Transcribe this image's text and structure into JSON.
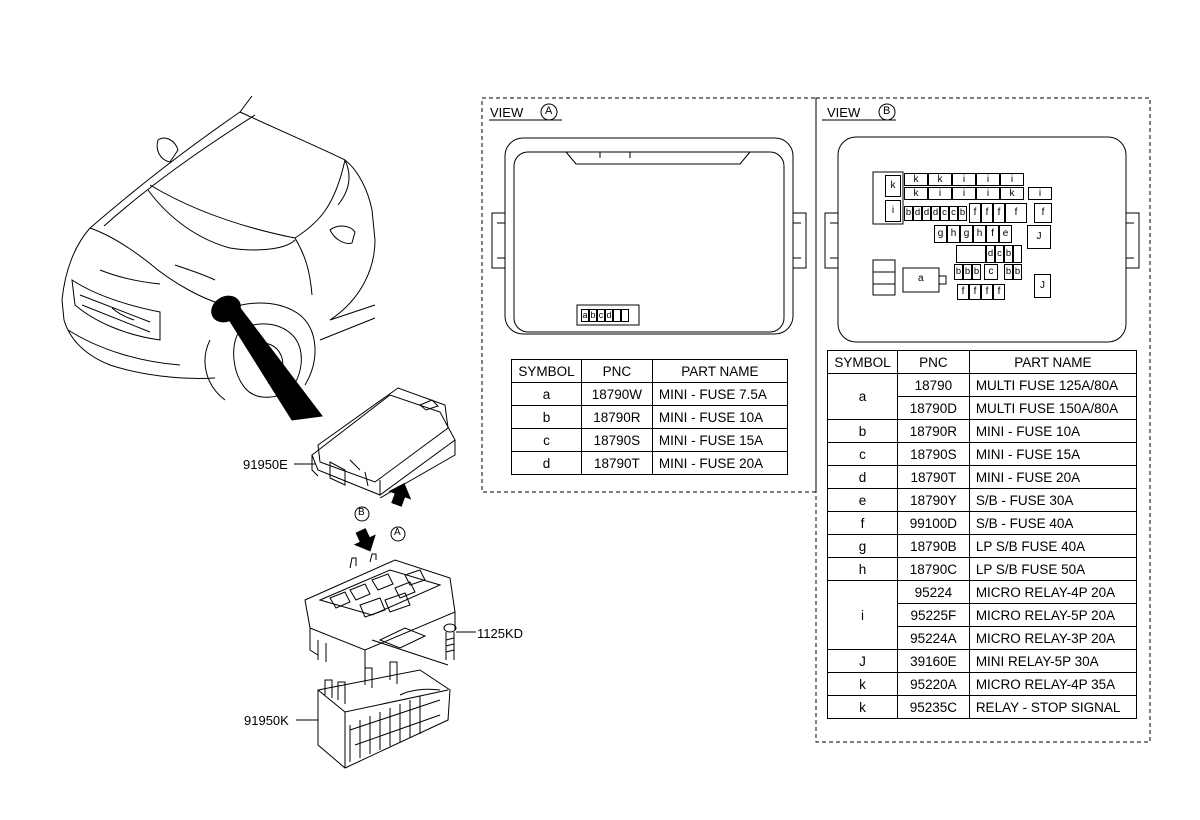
{
  "labels": {
    "cover_part": "91950E",
    "lower_case_part": "91950K",
    "bolt_part": "1125KD",
    "arrow_a": "A",
    "arrow_b": "B"
  },
  "view_a": {
    "title": "VIEW",
    "letter": "A",
    "fuse_slots": [
      "a",
      "b",
      "c",
      "d"
    ],
    "table": {
      "headers": [
        "SYMBOL",
        "PNC",
        "PART NAME"
      ],
      "rows": [
        {
          "symbol": "a",
          "pnc": "18790W",
          "name": "MINI - FUSE 7.5A"
        },
        {
          "symbol": "b",
          "pnc": "18790R",
          "name": "MINI - FUSE 10A"
        },
        {
          "symbol": "c",
          "pnc": "18790S",
          "name": "MINI - FUSE 15A"
        },
        {
          "symbol": "d",
          "pnc": "18790T",
          "name": "MINI - FUSE 20A"
        }
      ]
    }
  },
  "view_b": {
    "title": "VIEW",
    "letter": "B",
    "layout_symbols": {
      "relay_k": "k",
      "relay_i": "i",
      "row1": [
        "k",
        "k",
        "i",
        "i",
        "i"
      ],
      "row2": [
        "k",
        "i",
        "i",
        "i",
        "k",
        "i"
      ],
      "row3": [
        "b",
        "d",
        "d",
        "d",
        "c",
        "c",
        "b",
        "f",
        "f",
        "f",
        "f"
      ],
      "row3_end": "f",
      "row4": [
        "g",
        "h",
        "g",
        "h",
        "f",
        "e"
      ],
      "relay_j_upper": "J",
      "row5": [
        "d",
        "c",
        "b"
      ],
      "row6": [
        "b",
        "b",
        "b",
        "c",
        "b",
        "b"
      ],
      "multi_fuse": "a",
      "row7": [
        "f",
        "f",
        "f",
        "f"
      ],
      "relay_j_lower": "J"
    },
    "table": {
      "headers": [
        "SYMBOL",
        "PNC",
        "PART NAME"
      ],
      "groups": [
        {
          "symbol": "a",
          "rows": [
            {
              "pnc": "18790",
              "name": "MULTI FUSE 125A/80A"
            },
            {
              "pnc": "18790D",
              "name": "MULTI FUSE 150A/80A"
            }
          ]
        },
        {
          "symbol": "b",
          "rows": [
            {
              "pnc": "18790R",
              "name": "MINI - FUSE 10A"
            }
          ]
        },
        {
          "symbol": "c",
          "rows": [
            {
              "pnc": "18790S",
              "name": "MINI - FUSE 15A"
            }
          ]
        },
        {
          "symbol": "d",
          "rows": [
            {
              "pnc": "18790T",
              "name": "MINI - FUSE 20A"
            }
          ]
        },
        {
          "symbol": "e",
          "rows": [
            {
              "pnc": "18790Y",
              "name": "S/B - FUSE 30A"
            }
          ]
        },
        {
          "symbol": "f",
          "rows": [
            {
              "pnc": "99100D",
              "name": "S/B - FUSE 40A"
            }
          ]
        },
        {
          "symbol": "g",
          "rows": [
            {
              "pnc": "18790B",
              "name": "LP S/B FUSE 40A"
            }
          ]
        },
        {
          "symbol": "h",
          "rows": [
            {
              "pnc": "18790C",
              "name": "LP S/B FUSE 50A"
            }
          ]
        },
        {
          "symbol": "i",
          "rows": [
            {
              "pnc": "95224",
              "name": "MICRO RELAY-4P 20A"
            },
            {
              "pnc": "95225F",
              "name": "MICRO RELAY-5P 20A"
            },
            {
              "pnc": "95224A",
              "name": "MICRO RELAY-3P 20A"
            }
          ]
        },
        {
          "symbol": "J",
          "rows": [
            {
              "pnc": "39160E",
              "name": "MINI RELAY-5P 30A"
            }
          ]
        },
        {
          "symbol": "k",
          "rows": [
            {
              "pnc": "95220A",
              "name": "MICRO RELAY-4P 35A"
            }
          ]
        },
        {
          "symbol": "k",
          "rows": [
            {
              "pnc": "95235C",
              "name": "RELAY - STOP SIGNAL"
            }
          ]
        }
      ]
    }
  }
}
